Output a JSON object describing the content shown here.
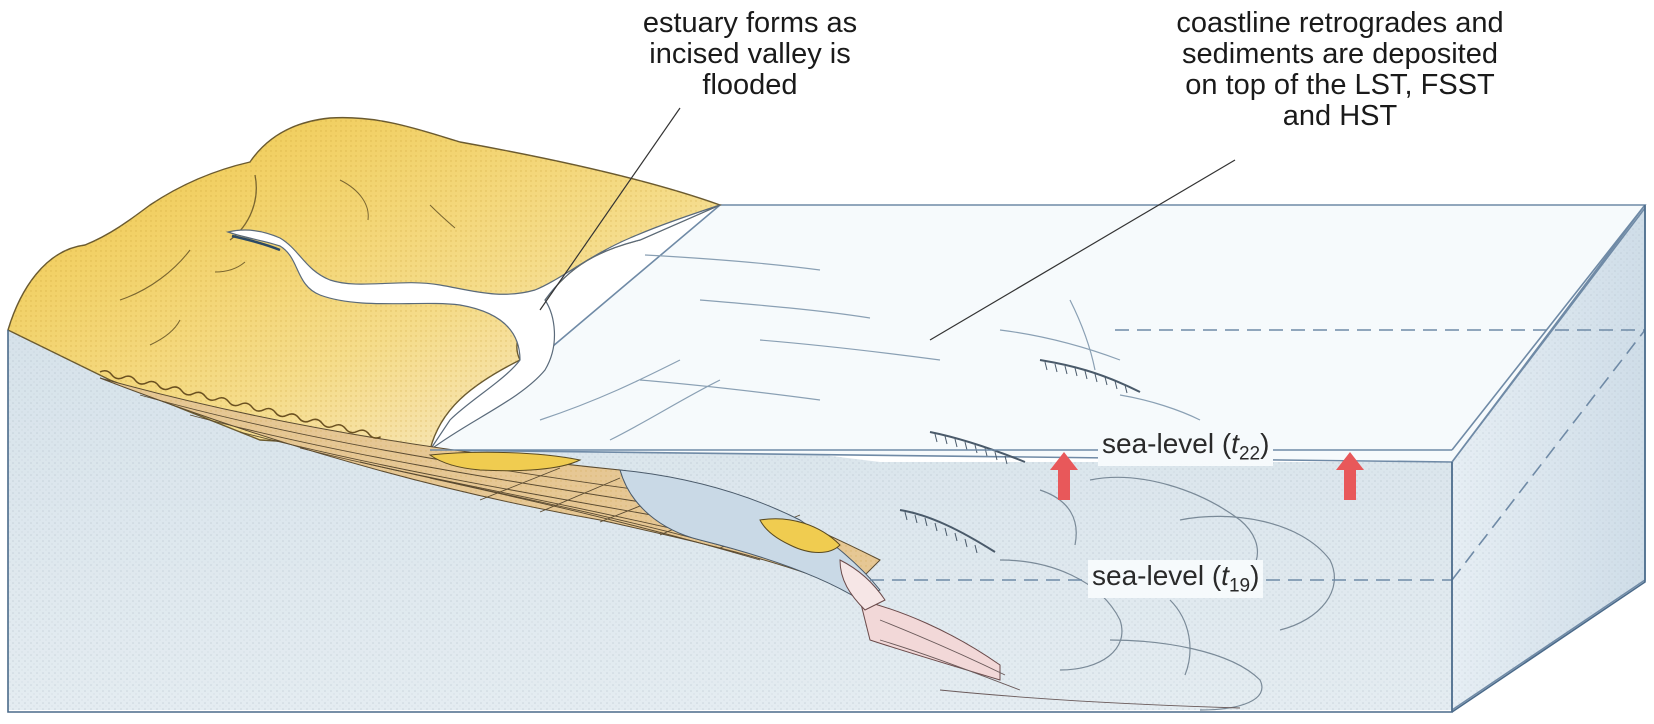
{
  "callouts": {
    "estuary": {
      "lines": [
        "estuary forms as",
        "incised valley is",
        "flooded"
      ]
    },
    "coastline": {
      "lines": [
        "coastline retrogrades and",
        "sediments are deposited",
        "on top of the LST, FSST",
        "and HST"
      ]
    }
  },
  "sea_levels": [
    {
      "prefix": "sea-level (",
      "symbol": "t",
      "subscript": "22",
      "suffix": ")"
    },
    {
      "prefix": "sea-level (",
      "symbol": "t",
      "subscript": "19",
      "suffix": ")"
    }
  ],
  "colors": {
    "hill_fill": "#f2d36a",
    "hill_light": "#f7e6a8",
    "block_side": "#dfe8ee",
    "water": "#e8f0f6",
    "outline": "#4a6a8a",
    "arrow": "#e8585a",
    "sediment_tan": "#e4c79a",
    "sediment_blue": "#c8d8e8",
    "sediment_pink": "#f2d8d8"
  },
  "icons": {
    "rise_arrow": "up-arrow-icon"
  }
}
